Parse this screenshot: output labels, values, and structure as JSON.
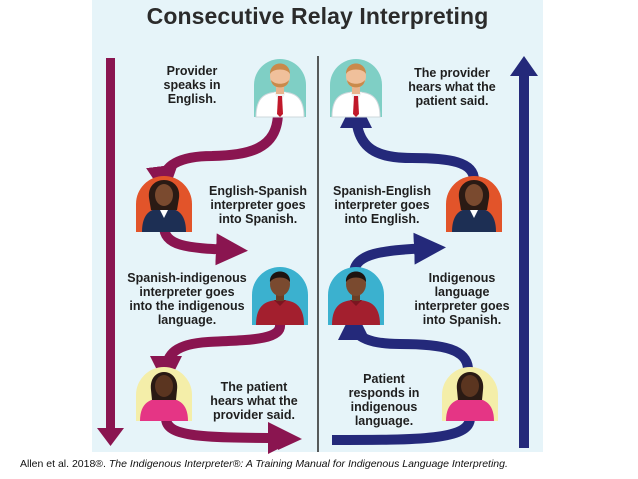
{
  "title": "Consecutive Relay Interpreting",
  "left_steps": [
    "Provider\nspeaks in\nEnglish.",
    "English-Spanish\ninterpreter goes\ninto Spanish.",
    "Spanish-indigenous\ninterpreter goes\ninto the indigenous\nlanguage.",
    "The patient\nhears what the\nprovider said."
  ],
  "right_steps": [
    "The provider\nhears what the\npatient said.",
    "Spanish-English\ninterpreter goes\ninto English.",
    "Indigenous\nlanguage\ninterpreter goes\ninto Spanish.",
    "Patient\nresponds in\nindigenous\nlanguage."
  ],
  "caption": {
    "authors": "Allen et al. 2018®. ",
    "work": "The Indigenous Interpreter®: A Training Manual for Indigenous Language Interpreting."
  },
  "icons": {
    "provider": "doctor-avatar-icon",
    "english_spanish": "interpreter-woman-avatar-icon",
    "spanish_indigenous": "interpreter-man-avatar-icon",
    "patient": "patient-avatar-icon"
  },
  "colors": {
    "left_flow": "#8a1550",
    "right_flow": "#24297a",
    "panel": "#e6f4f9",
    "provider_bg": "#7fcfc5",
    "spanish_bg": "#e2542a",
    "indigenous_bg": "#3bb1cf",
    "patient_bg": "#f4eea9"
  }
}
